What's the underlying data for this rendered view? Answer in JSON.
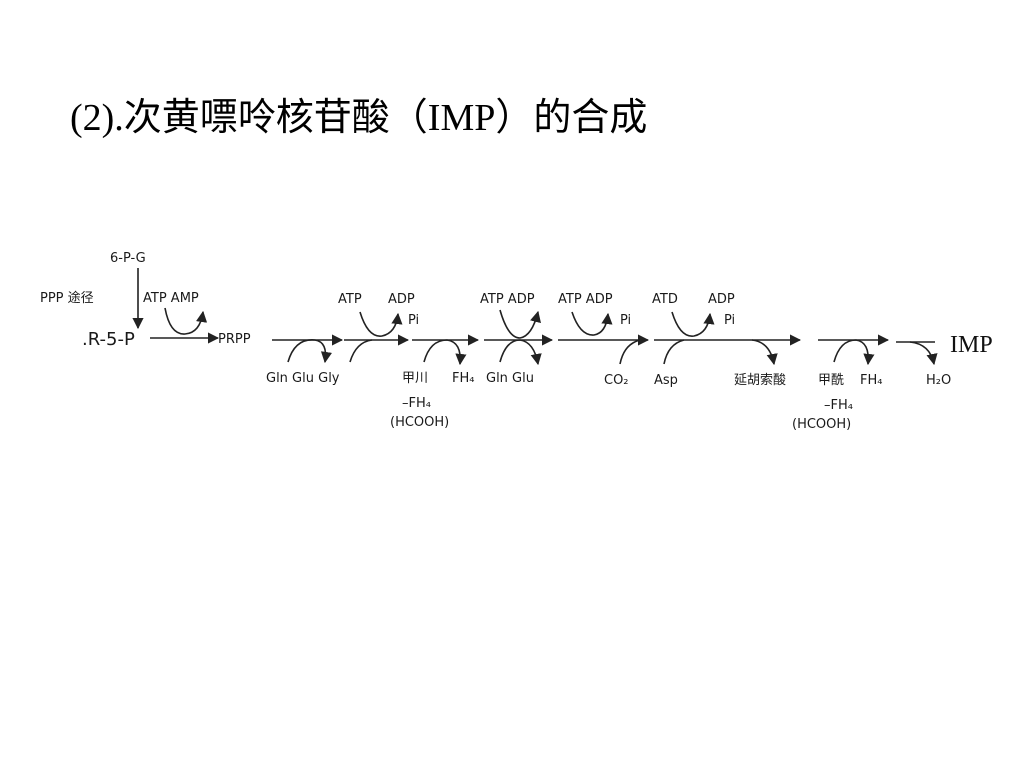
{
  "slide": {
    "title": "(2).次黄嘌呤核苷酸（IMP）的合成"
  },
  "diagram": {
    "labels": {
      "g6p": "6-P-G",
      "ppp": "PPP 途径",
      "atp_amp": "ATP AMP",
      "r5p": ".R-5-P",
      "prpp": "PRPP",
      "gln_glu_gly": "Gln Glu Gly",
      "atp_1": "ATP",
      "adp_1": "ADP",
      "pi_1": "Pi",
      "methenyl": "甲川",
      "fh4_1": "FH₄",
      "fh4_sub_1": "–FH₄",
      "hcooh_1": "(HCOOH)",
      "atp_adp_2": "ATP ADP",
      "gln_glu_2": "Gln Glu",
      "atp_adp_3": "ATP ADP",
      "pi_3": "Pi",
      "co2": "CO₂",
      "atd": "ATD",
      "adp_4": "ADP",
      "pi_4": "Pi",
      "asp": "Asp",
      "fumarate": "延胡索酸",
      "formyl": "甲酰",
      "fh4_2": "FH₄",
      "fh4_sub_2": "–FH₄",
      "hcooh_2": "(HCOOH)",
      "h2o": "H₂O",
      "imp": "IMP"
    }
  }
}
